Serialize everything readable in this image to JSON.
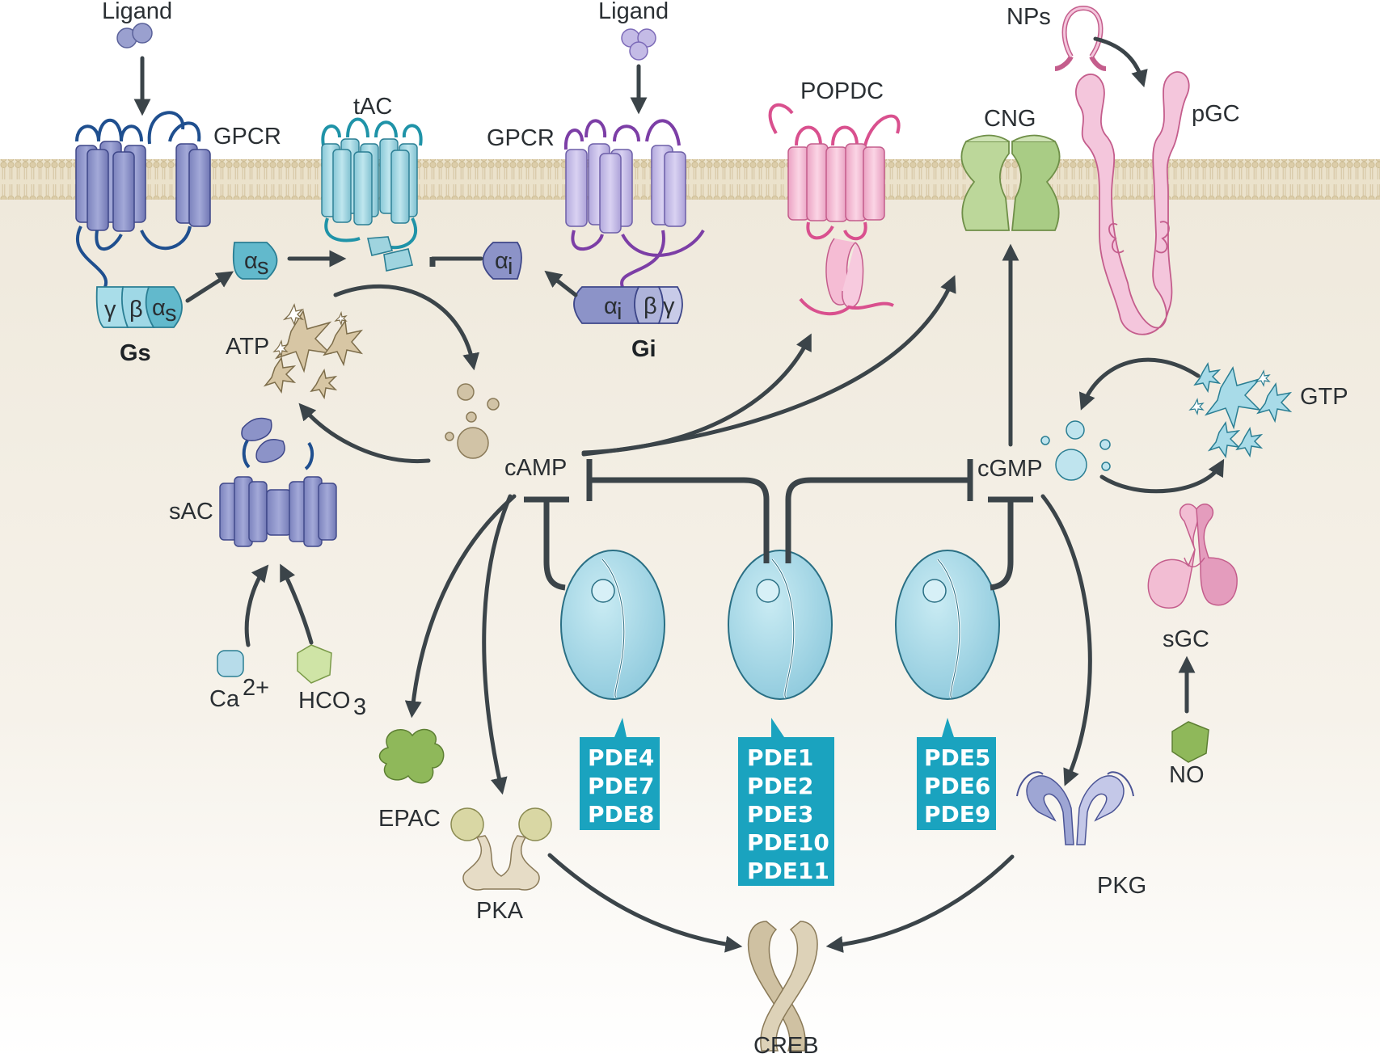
{
  "labels": {
    "ligand_left": "Ligand",
    "ligand_mid": "Ligand",
    "nps": "NPs",
    "gpcr_left": "GPCR",
    "gpcr_right": "GPCR",
    "tac": "tAC",
    "popdc": "POPDC",
    "cng": "CNG",
    "pgc": "pGC",
    "gs": "Gs",
    "gi": "Gi",
    "atp": "ATP",
    "gtp": "GTP",
    "sac": "sAC",
    "camp": "cAMP",
    "cgmp": "cGMP",
    "ca": "Ca",
    "ca_sup": "2+",
    "hco": "HCO",
    "hco_sub": "3",
    "epac": "EPAC",
    "pka": "PKA",
    "pkg": "PKG",
    "creb": "CREB",
    "sgc": "sGC",
    "no": "NO",
    "alpha": "α",
    "alpha_s_sub": "s",
    "alpha_i_sub": "i",
    "beta": "β",
    "gamma": "γ"
  },
  "pde_groups": [
    {
      "items": [
        "PDE4",
        "PDE7",
        "PDE8"
      ]
    },
    {
      "items": [
        "PDE1",
        "PDE2",
        "PDE3",
        "PDE10",
        "PDE11"
      ]
    },
    {
      "items": [
        "PDE5",
        "PDE6",
        "PDE9"
      ]
    }
  ],
  "colors": {
    "cytoplasm": "#f0ebe0",
    "membrane": "#e3d8bf",
    "gpcr_gs": "#8c93c8",
    "gpcr_gs_loop": "#1f4f8f",
    "tac": "#9fd4df",
    "tac_loop": "#1f93a8",
    "gpcr_gi": "#c4bbe6",
    "gpcr_gi_loop": "#7c3ea6",
    "popdc": "#f5bcd4",
    "popdc_loop": "#d9508e",
    "cng": "#bcd79a",
    "pgc": "#f4c6dc",
    "pde_body": "#a9d9e8",
    "pde_label": "#1aa3bf",
    "atp": "#d7c6a4",
    "gtp": "#a8dbe8",
    "camp": "#d1c3a6",
    "cgmp": "#bfe4ee",
    "epac": "#8fb85a",
    "pka": "#d9d7a4",
    "pkg": "#9ea6d4",
    "creb": "#cfc1a2",
    "no": "#8fb85a",
    "hco3": "#cfe4a6",
    "ca": "#b7dcea"
  }
}
